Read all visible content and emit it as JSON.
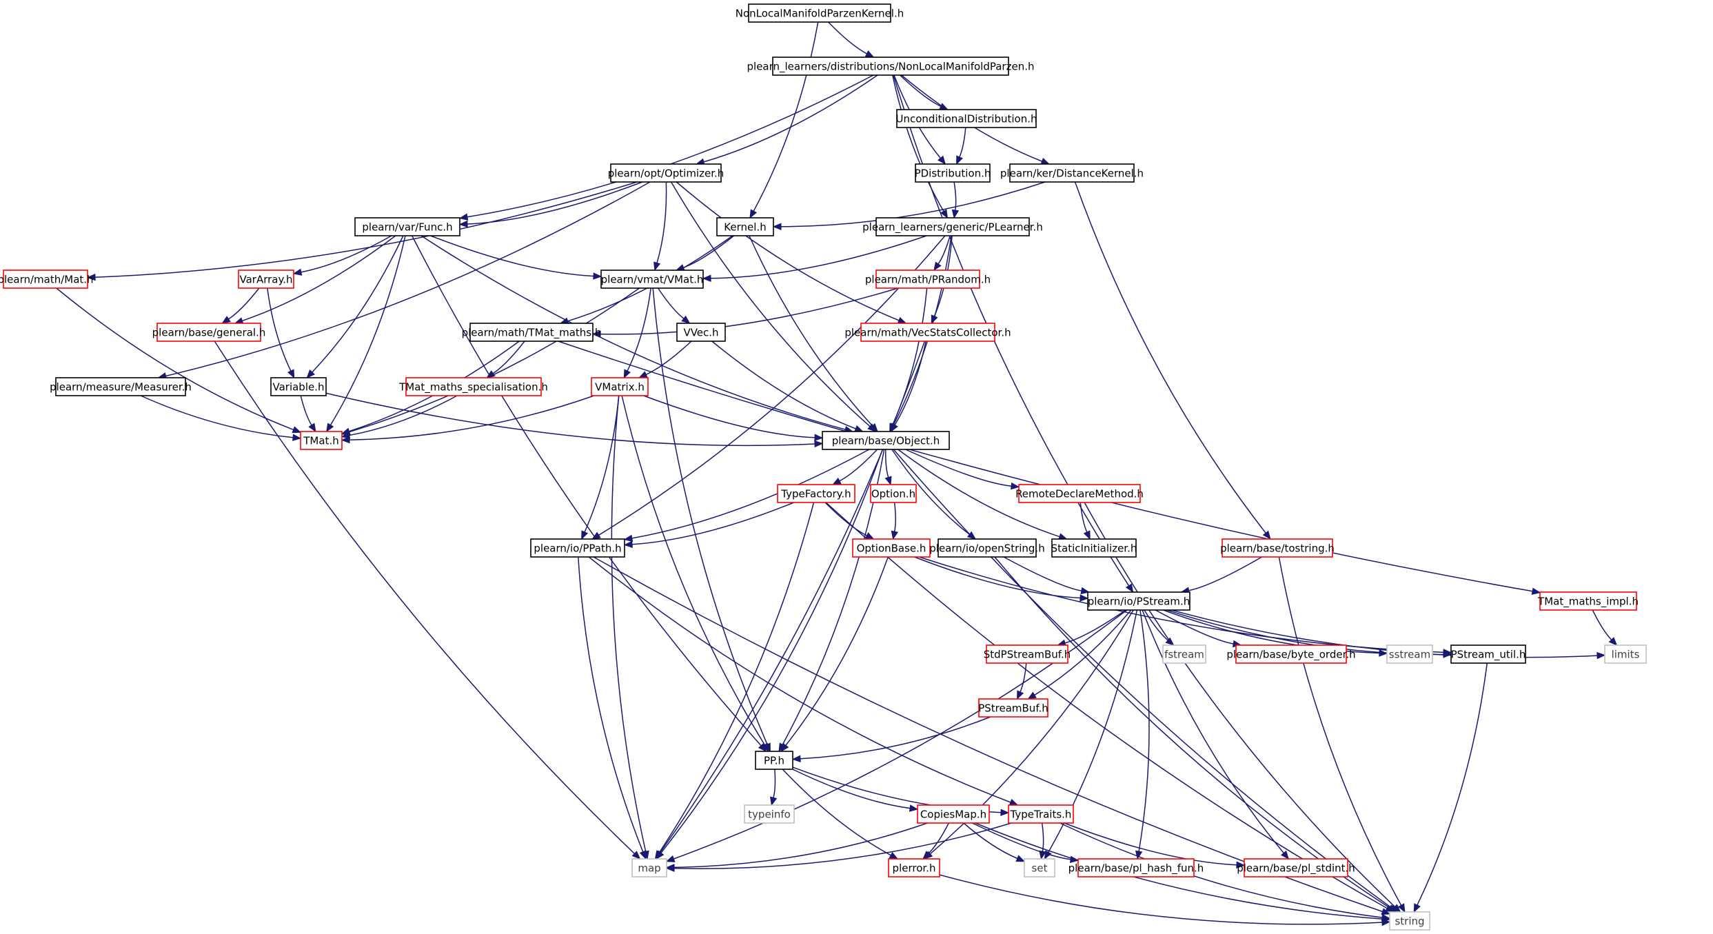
{
  "palette": {
    "edge": "#191970",
    "root_fill": "#bfbfbf",
    "border": {
      "documented": "#000000",
      "truncated": "#ff0000",
      "external": "#bfbfbf"
    }
  },
  "nodes": [
    {
      "id": "root",
      "label": "NonLocalManifoldParzenKernel.h",
      "kind": "root"
    },
    {
      "id": "nlmp",
      "label": "plearn_learners/distributions/NonLocalManifoldParzen.h",
      "kind": "documented"
    },
    {
      "id": "uncond",
      "label": "UnconditionalDistribution.h",
      "kind": "documented"
    },
    {
      "id": "optimizer",
      "label": "plearn/opt/Optimizer.h",
      "kind": "documented"
    },
    {
      "id": "pdist",
      "label": "PDistribution.h",
      "kind": "documented"
    },
    {
      "id": "distkernel",
      "label": "plearn/ker/DistanceKernel.h",
      "kind": "documented"
    },
    {
      "id": "func",
      "label": "plearn/var/Func.h",
      "kind": "documented"
    },
    {
      "id": "kernel",
      "label": "Kernel.h",
      "kind": "documented"
    },
    {
      "id": "plearner",
      "label": "plearn_learners/generic/PLearner.h",
      "kind": "documented"
    },
    {
      "id": "mat",
      "label": "plearn/math/Mat.h",
      "kind": "truncated"
    },
    {
      "id": "vararray",
      "label": "VarArray.h",
      "kind": "truncated"
    },
    {
      "id": "vmat",
      "label": "plearn/vmat/VMat.h",
      "kind": "documented"
    },
    {
      "id": "prandom",
      "label": "plearn/math/PRandom.h",
      "kind": "truncated"
    },
    {
      "id": "general",
      "label": "plearn/base/general.h",
      "kind": "truncated"
    },
    {
      "id": "tmatmaths",
      "label": "plearn/math/TMat_maths.h",
      "kind": "documented"
    },
    {
      "id": "vvec",
      "label": "VVec.h",
      "kind": "documented"
    },
    {
      "id": "vecstats",
      "label": "plearn/math/VecStatsCollector.h",
      "kind": "truncated"
    },
    {
      "id": "measurer",
      "label": "plearn/measure/Measurer.h",
      "kind": "documented"
    },
    {
      "id": "variable",
      "label": "Variable.h",
      "kind": "documented"
    },
    {
      "id": "tmatspec",
      "label": "TMat_maths_specialisation.h",
      "kind": "truncated"
    },
    {
      "id": "vmatrix",
      "label": "VMatrix.h",
      "kind": "truncated"
    },
    {
      "id": "tmat",
      "label": "TMat.h",
      "kind": "truncated"
    },
    {
      "id": "object",
      "label": "plearn/base/Object.h",
      "kind": "documented"
    },
    {
      "id": "typefactory",
      "label": "TypeFactory.h",
      "kind": "truncated"
    },
    {
      "id": "option",
      "label": "Option.h",
      "kind": "truncated"
    },
    {
      "id": "remotedecl",
      "label": "RemoteDeclareMethod.h",
      "kind": "truncated"
    },
    {
      "id": "ppath",
      "label": "plearn/io/PPath.h",
      "kind": "documented"
    },
    {
      "id": "optionbase",
      "label": "OptionBase.h",
      "kind": "truncated"
    },
    {
      "id": "openstring",
      "label": "plearn/io/openString.h",
      "kind": "documented"
    },
    {
      "id": "staticinit",
      "label": "StaticInitializer.h",
      "kind": "documented"
    },
    {
      "id": "tostring",
      "label": "plearn/base/tostring.h",
      "kind": "truncated"
    },
    {
      "id": "pstream",
      "label": "plearn/io/PStream.h",
      "kind": "documented"
    },
    {
      "id": "tmatimpl",
      "label": "TMat_maths_impl.h",
      "kind": "truncated"
    },
    {
      "id": "stdpsbuf",
      "label": "StdPStreamBuf.h",
      "kind": "truncated"
    },
    {
      "id": "fstream",
      "label": "fstream",
      "kind": "external"
    },
    {
      "id": "byteorder",
      "label": "plearn/base/byte_order.h",
      "kind": "truncated"
    },
    {
      "id": "sstream",
      "label": "sstream",
      "kind": "external"
    },
    {
      "id": "psutil",
      "label": "PStream_util.h",
      "kind": "documented"
    },
    {
      "id": "limits",
      "label": "limits",
      "kind": "external"
    },
    {
      "id": "psbuf",
      "label": "PStreamBuf.h",
      "kind": "truncated"
    },
    {
      "id": "pp",
      "label": "PP.h",
      "kind": "documented"
    },
    {
      "id": "typeinfo",
      "label": "typeinfo",
      "kind": "external"
    },
    {
      "id": "copiesmap",
      "label": "CopiesMap.h",
      "kind": "truncated"
    },
    {
      "id": "typetraits",
      "label": "TypeTraits.h",
      "kind": "truncated"
    },
    {
      "id": "map",
      "label": "map",
      "kind": "external"
    },
    {
      "id": "plerror",
      "label": "plerror.h",
      "kind": "truncated"
    },
    {
      "id": "set",
      "label": "set",
      "kind": "external"
    },
    {
      "id": "hashfun",
      "label": "plearn/base/pl_hash_fun.h",
      "kind": "truncated"
    },
    {
      "id": "stdint",
      "label": "plearn/base/pl_stdint.h",
      "kind": "truncated"
    },
    {
      "id": "string",
      "label": "string",
      "kind": "external"
    }
  ],
  "edges": [
    [
      "root",
      "nlmp"
    ],
    [
      "root",
      "kernel"
    ],
    [
      "nlmp",
      "uncond"
    ],
    [
      "nlmp",
      "optimizer"
    ],
    [
      "nlmp",
      "pdist"
    ],
    [
      "nlmp",
      "distkernel"
    ],
    [
      "nlmp",
      "func"
    ],
    [
      "nlmp",
      "plearner"
    ],
    [
      "nlmp",
      "pstream"
    ],
    [
      "uncond",
      "pdist"
    ],
    [
      "pdist",
      "plearner"
    ],
    [
      "distkernel",
      "kernel"
    ],
    [
      "distkernel",
      "tostring"
    ],
    [
      "optimizer",
      "func"
    ],
    [
      "optimizer",
      "mat"
    ],
    [
      "optimizer",
      "vmat"
    ],
    [
      "optimizer",
      "vecstats"
    ],
    [
      "optimizer",
      "measurer"
    ],
    [
      "optimizer",
      "object"
    ],
    [
      "func",
      "vararray"
    ],
    [
      "func",
      "general"
    ],
    [
      "func",
      "vmat"
    ],
    [
      "func",
      "variable"
    ],
    [
      "func",
      "tmat"
    ],
    [
      "func",
      "object"
    ],
    [
      "func",
      "pp"
    ],
    [
      "kernel",
      "vmat"
    ],
    [
      "kernel",
      "tmatmaths"
    ],
    [
      "kernel",
      "object"
    ],
    [
      "plearner",
      "vmat"
    ],
    [
      "plearner",
      "prandom"
    ],
    [
      "plearner",
      "vecstats"
    ],
    [
      "plearner",
      "object"
    ],
    [
      "plearner",
      "ppath"
    ],
    [
      "mat",
      "tmat"
    ],
    [
      "vararray",
      "general"
    ],
    [
      "vararray",
      "variable"
    ],
    [
      "general",
      "map"
    ],
    [
      "vmat",
      "vvec"
    ],
    [
      "vmat",
      "vmatrix"
    ],
    [
      "vmat",
      "tmat"
    ],
    [
      "vmat",
      "pp"
    ],
    [
      "prandom",
      "tmatmaths"
    ],
    [
      "prandom",
      "object"
    ],
    [
      "tmatmaths",
      "tmatspec"
    ],
    [
      "tmatmaths",
      "tmat"
    ],
    [
      "tmatmaths",
      "tmatimpl"
    ],
    [
      "vvec",
      "vmatrix"
    ],
    [
      "vvec",
      "object"
    ],
    [
      "vecstats",
      "object"
    ],
    [
      "vecstats",
      "map"
    ],
    [
      "measurer",
      "tmat"
    ],
    [
      "variable",
      "tmat"
    ],
    [
      "variable",
      "object"
    ],
    [
      "tmatspec",
      "tmat"
    ],
    [
      "vmatrix",
      "tmat"
    ],
    [
      "vmatrix",
      "object"
    ],
    [
      "vmatrix",
      "ppath"
    ],
    [
      "vmatrix",
      "map"
    ],
    [
      "vmatrix",
      "pp"
    ],
    [
      "object",
      "typefactory"
    ],
    [
      "object",
      "option"
    ],
    [
      "object",
      "remotedecl"
    ],
    [
      "object",
      "ppath"
    ],
    [
      "object",
      "openstring"
    ],
    [
      "object",
      "staticinit"
    ],
    [
      "object",
      "pp"
    ],
    [
      "object",
      "map"
    ],
    [
      "object",
      "string"
    ],
    [
      "typefactory",
      "ppath"
    ],
    [
      "typefactory",
      "optionbase"
    ],
    [
      "typefactory",
      "map"
    ],
    [
      "typefactory",
      "string"
    ],
    [
      "option",
      "optionbase"
    ],
    [
      "remotedecl",
      "staticinit"
    ],
    [
      "remotedecl",
      "string"
    ],
    [
      "ppath",
      "map"
    ],
    [
      "ppath",
      "string"
    ],
    [
      "ppath",
      "typetraits"
    ],
    [
      "optionbase",
      "pstream"
    ],
    [
      "optionbase",
      "pp"
    ],
    [
      "optionbase",
      "psutil"
    ],
    [
      "openstring",
      "pstream"
    ],
    [
      "openstring",
      "string"
    ],
    [
      "tostring",
      "pstream"
    ],
    [
      "tostring",
      "string"
    ],
    [
      "pstream",
      "stdpsbuf"
    ],
    [
      "pstream",
      "fstream"
    ],
    [
      "pstream",
      "byteorder"
    ],
    [
      "pstream",
      "sstream"
    ],
    [
      "pstream",
      "psutil"
    ],
    [
      "pstream",
      "limits"
    ],
    [
      "pstream",
      "psbuf"
    ],
    [
      "pstream",
      "map"
    ],
    [
      "pstream",
      "plerror"
    ],
    [
      "pstream",
      "set"
    ],
    [
      "pstream",
      "hashfun"
    ],
    [
      "pstream",
      "stdint"
    ],
    [
      "tmatimpl",
      "limits"
    ],
    [
      "stdpsbuf",
      "psbuf"
    ],
    [
      "psbuf",
      "pp"
    ],
    [
      "psutil",
      "string"
    ],
    [
      "pp",
      "typeinfo"
    ],
    [
      "pp",
      "copiesmap"
    ],
    [
      "pp",
      "typetraits"
    ],
    [
      "pp",
      "plerror"
    ],
    [
      "copiesmap",
      "map"
    ],
    [
      "copiesmap",
      "plerror"
    ],
    [
      "copiesmap",
      "set"
    ],
    [
      "copiesmap",
      "hashfun"
    ],
    [
      "copiesmap",
      "string"
    ],
    [
      "typetraits",
      "map"
    ],
    [
      "typetraits",
      "set"
    ],
    [
      "typetraits",
      "string"
    ],
    [
      "typetraits",
      "stdint"
    ],
    [
      "plerror",
      "string"
    ]
  ]
}
